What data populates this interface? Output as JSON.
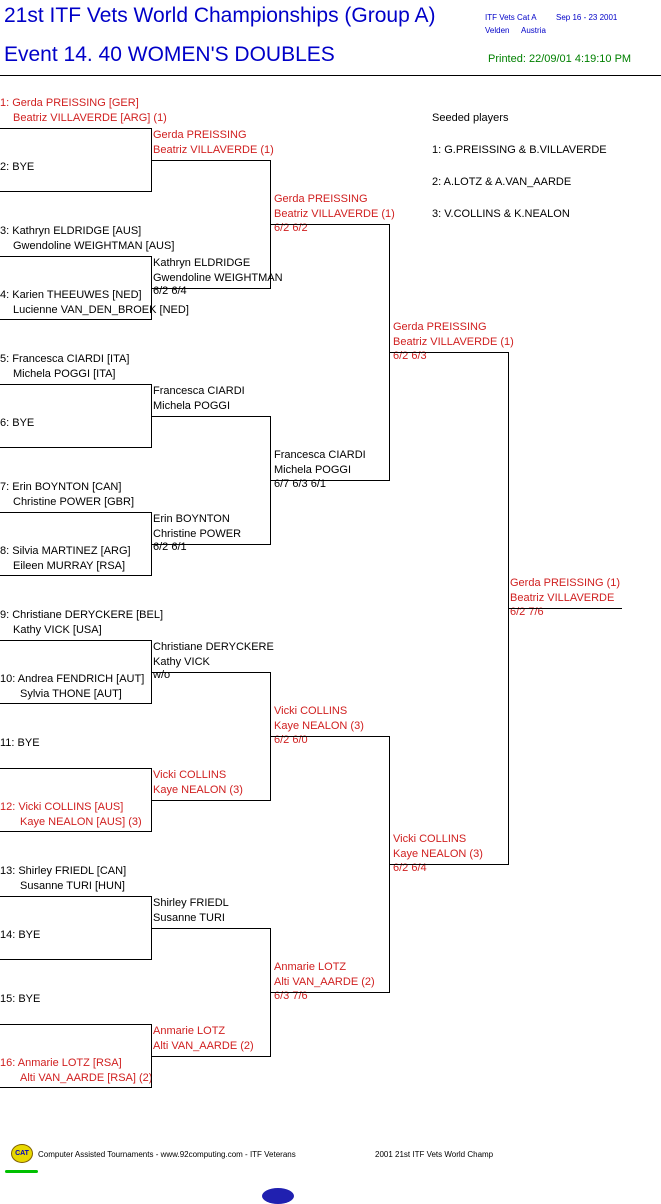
{
  "header": {
    "title": "21st ITF Vets World Championships (Group A)",
    "event": "Event 14. 40 WOMEN'S DOUBLES",
    "category": "ITF Vets Cat A",
    "dates": "Sep 16 - 23 2001",
    "city": "Velden",
    "country": "Austria",
    "printed": "Printed: 22/09/01 4:19:10 PM"
  },
  "seeds": {
    "heading": "Seeded players",
    "items": [
      "1: G.PREISSING & B.VILLAVERDE",
      "2: A.LOTZ & A.VAN_AARDE",
      "3: V.COLLINS & K.NEALON"
    ]
  },
  "round1": [
    {
      "a": "1: Gerda PREISSING [GER]",
      "b": "Beatriz VILLAVERDE [ARG] (1)",
      "seed": true
    },
    {
      "a": "2: BYE",
      "b": "",
      "seed": false
    },
    {
      "a": "3: Kathryn ELDRIDGE [AUS]",
      "b": "Gwendoline WEIGHTMAN [AUS]",
      "seed": false
    },
    {
      "a": "4: Karien THEEUWES [NED]",
      "b": "Lucienne VAN_DEN_BROEK [NED]",
      "seed": false
    },
    {
      "a": "5: Francesca CIARDI [ITA]",
      "b": "Michela POGGI [ITA]",
      "seed": false
    },
    {
      "a": "6: BYE",
      "b": "",
      "seed": false
    },
    {
      "a": "7: Erin BOYNTON [CAN]",
      "b": "Christine POWER [GBR]",
      "seed": false
    },
    {
      "a": "8: Silvia MARTINEZ [ARG]",
      "b": "Eileen MURRAY [RSA]",
      "seed": false
    },
    {
      "a": "9: Christiane DERYCKERE [BEL]",
      "b": "Kathy VICK [USA]",
      "seed": false
    },
    {
      "a": "10: Andrea FENDRICH [AUT]",
      "b": "Sylvia THONE [AUT]",
      "seed": false
    },
    {
      "a": "11: BYE",
      "b": "",
      "seed": false
    },
    {
      "a": "12: Vicki COLLINS [AUS]",
      "b": "Kaye NEALON [AUS] (3)",
      "seed": true
    },
    {
      "a": "13: Shirley FRIEDL [CAN]",
      "b": "Susanne TURI [HUN]",
      "seed": false
    },
    {
      "a": "14: BYE",
      "b": "",
      "seed": false
    },
    {
      "a": "15: BYE",
      "b": "",
      "seed": false
    },
    {
      "a": "16: Anmarie LOTZ [RSA]",
      "b": "Alti VAN_AARDE [RSA] (2)",
      "seed": true
    }
  ],
  "round2": [
    {
      "a": "Gerda PREISSING",
      "b": "Beatriz VILLAVERDE (1)",
      "score": "",
      "seed": true
    },
    {
      "a": "Kathryn ELDRIDGE",
      "b": "Gwendoline WEIGHTMAN",
      "score": "6/2 6/4",
      "seed": false
    },
    {
      "a": "Francesca CIARDI",
      "b": "Michela POGGI",
      "score": "",
      "seed": false
    },
    {
      "a": "Erin BOYNTON",
      "b": "Christine POWER",
      "score": "6/2 6/1",
      "seed": false
    },
    {
      "a": "Christiane DERYCKERE",
      "b": "Kathy VICK",
      "score": "w/o",
      "seed": false
    },
    {
      "a": "Vicki COLLINS",
      "b": "Kaye NEALON (3)",
      "score": "",
      "seed": true
    },
    {
      "a": "Shirley FRIEDL",
      "b": "Susanne TURI",
      "score": "",
      "seed": false
    },
    {
      "a": "Anmarie LOTZ",
      "b": "Alti VAN_AARDE (2)",
      "score": "",
      "seed": true
    }
  ],
  "round3": [
    {
      "a": "Gerda PREISSING",
      "b": "Beatriz VILLAVERDE (1)",
      "score": "6/2 6/2",
      "seed": true
    },
    {
      "a": "Francesca CIARDI",
      "b": "Michela POGGI",
      "score": "6/7 6/3 6/1",
      "seed": false
    },
    {
      "a": "Vicki COLLINS",
      "b": "Kaye NEALON (3)",
      "score": "6/2 6/0",
      "seed": true
    },
    {
      "a": "Anmarie LOTZ",
      "b": "Alti VAN_AARDE (2)",
      "score": "6/3 7/6",
      "seed": true
    }
  ],
  "round4": [
    {
      "a": "Gerda PREISSING",
      "b": "Beatriz VILLAVERDE (1)",
      "score": "6/2 6/3",
      "seed": true
    },
    {
      "a": "Vicki COLLINS",
      "b": "Kaye NEALON (3)",
      "score": "6/2 6/4",
      "seed": true
    }
  ],
  "final": {
    "a": "Gerda PREISSING (1)",
    "b": "Beatriz VILLAVERDE",
    "score": "6/2 7/6",
    "seed": true
  },
  "footer": {
    "logo": "CAT",
    "credit": "Computer Assisted Tournaments - www.92computing.com -  ITF Veterans",
    "event": "2001 21st ITF Vets World Champ"
  }
}
